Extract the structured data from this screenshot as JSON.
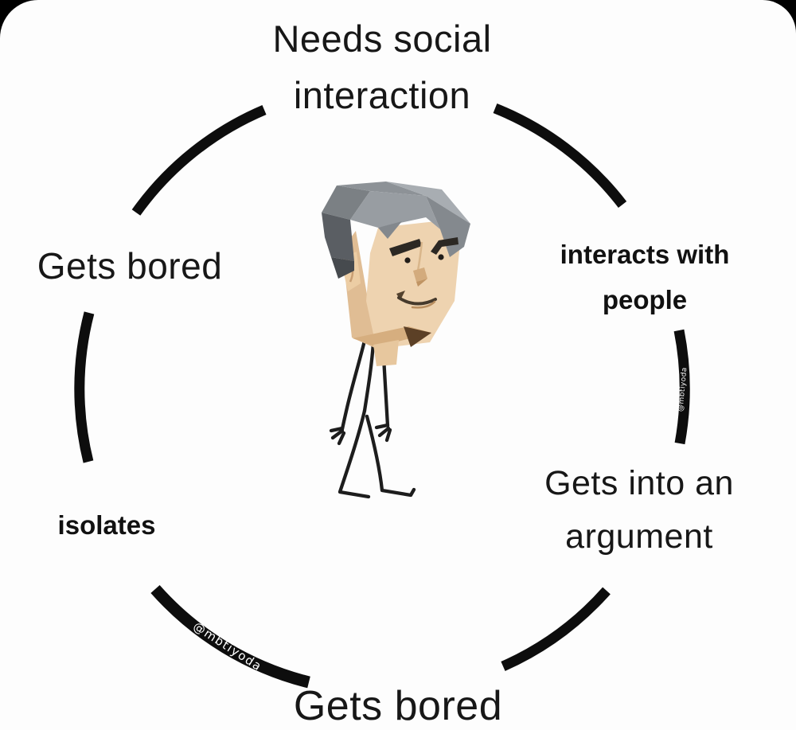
{
  "page": {
    "background": "#fdfdfd",
    "backdrop": "#000000",
    "ink": "#171717",
    "arc_color": "#0d0d0d"
  },
  "labels": {
    "needs_social": {
      "line1": "Needs social",
      "line2": "interaction"
    },
    "interacts": {
      "line1": "interacts with",
      "line2": "people"
    },
    "argument": {
      "line1": "Gets into an",
      "line2": "argument"
    },
    "gets_bored_left": {
      "text": "Gets bored"
    },
    "isolates": {
      "text": "isolates"
    },
    "gets_bored_bottom": {
      "text": "Gets bored"
    }
  },
  "watermark": {
    "text": "@mbtiyoda",
    "color": "#ffffff"
  },
  "character": {
    "icon": "cartoon-man-stick-figure",
    "hair_color": "#8d9297",
    "skin_color": "#eed3b0",
    "outline_color": "#1d1d1d"
  }
}
